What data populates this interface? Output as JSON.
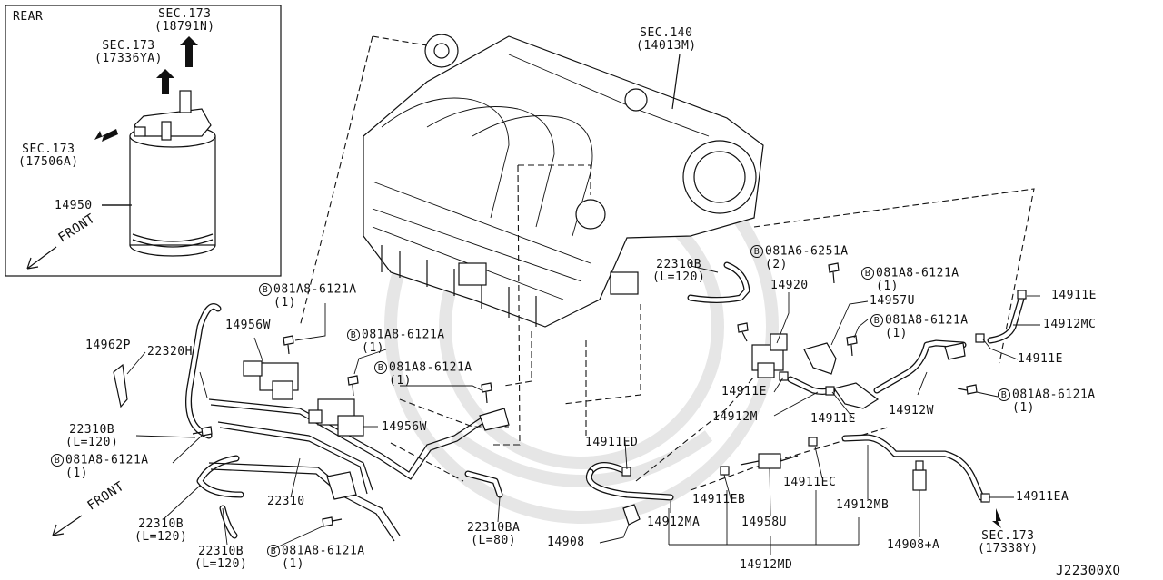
{
  "diagram_code": "J22300XQ",
  "inset": {
    "corner_label": "REAR",
    "canister_part": "14950",
    "front_label": "FRONT",
    "refs": [
      {
        "sec": "SEC.173",
        "code": "(18791N)"
      },
      {
        "sec": "SEC.173",
        "code": "(17336YA)"
      },
      {
        "sec": "SEC.173",
        "code": "(17506A)"
      }
    ]
  },
  "main_front_label": "FRONT",
  "manifold_ref": {
    "sec": "SEC.140",
    "code": "(14013M)"
  },
  "bottom_ref": {
    "sec": "SEC.173",
    "code": "(17338Y)"
  },
  "bolt_symbol": "B",
  "bolts": [
    {
      "part": "081A6-6251A",
      "qty": "(2)"
    },
    {
      "part": "081A8-6121A",
      "qty": "(1)"
    },
    {
      "part": "081A8-6121A",
      "qty": "(1)"
    },
    {
      "part": "081A8-6121A",
      "qty": "(1)"
    },
    {
      "part": "081A8-6121A",
      "qty": "(1)"
    },
    {
      "part": "081A8-6121A",
      "qty": "(1)"
    },
    {
      "part": "081A8-6121A",
      "qty": "(1)"
    },
    {
      "part": "081A8-6121A",
      "qty": "(1)"
    },
    {
      "part": "081A8-6121A",
      "qty": "(1)"
    }
  ],
  "parts": {
    "p22310b_top": "22310B",
    "p22310b_top_len": "(L=120)",
    "p14920": "14920",
    "p14957u": "14957U",
    "p14911e_a": "14911E",
    "p14912mc": "14912MC",
    "p14911e_b": "14911E",
    "p14912w": "14912W",
    "p14911e_c": "14911E",
    "p14912m": "14912M",
    "p14911e_d": "14911E",
    "p14962p": "14962P",
    "p22320h": "22320H",
    "p14956w_a": "14956W",
    "p14956w_b": "14956W",
    "p22310b_left": "22310B",
    "p22310b_left_len": "(L=120)",
    "p22310": "22310",
    "p22310b_bl1": "22310B",
    "p22310b_bl1_len": "(L=120)",
    "p22310b_bl2": "22310B",
    "p22310b_bl2_len": "(L=120)",
    "p22310ba": "22310BA",
    "p22310ba_len": "(L=80)",
    "p14911ed": "14911ED",
    "p14911eb": "14911EB",
    "p14912ma": "14912MA",
    "p14908": "14908",
    "p14958u": "14958U",
    "p14912md": "14912MD",
    "p14911ec": "14911EC",
    "p14912mb": "14912MB",
    "p14911ea": "14911EA",
    "p14908a": "14908+A"
  }
}
